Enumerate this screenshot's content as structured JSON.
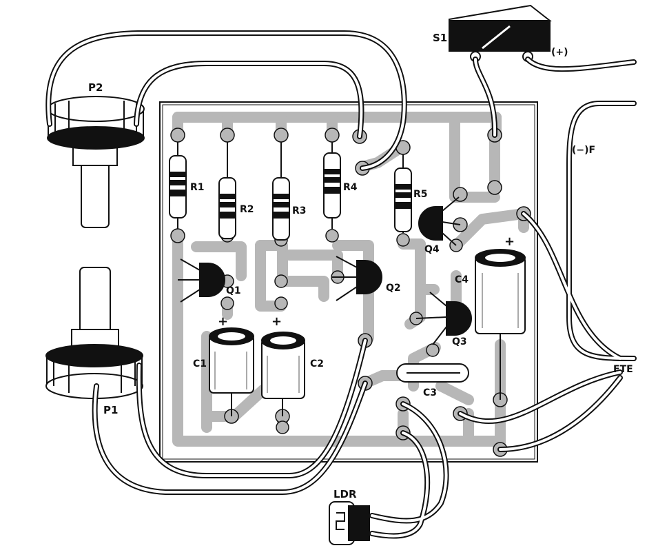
{
  "labels": {
    "s1": "S1",
    "plus_supply": "(+)",
    "minus_supply": "(−)F",
    "fte": "FTE",
    "p1": "P1",
    "p2": "P2",
    "r1": "R1",
    "r2": "R2",
    "r3": "R3",
    "r4": "R4",
    "r5": "R5",
    "q1": "Q1",
    "q2": "Q2",
    "q3": "Q3",
    "q4": "Q4",
    "c1": "C1",
    "c2": "C2",
    "c3": "C3",
    "c4": "C4",
    "ldr": "LDR",
    "plus_c1": "+",
    "plus_c2": "+",
    "plus_c4": "+"
  },
  "colors": {
    "board": "#ffffff",
    "trace": "#b7b7b7",
    "ink": "#111111",
    "pad": "#b7b7b7"
  }
}
